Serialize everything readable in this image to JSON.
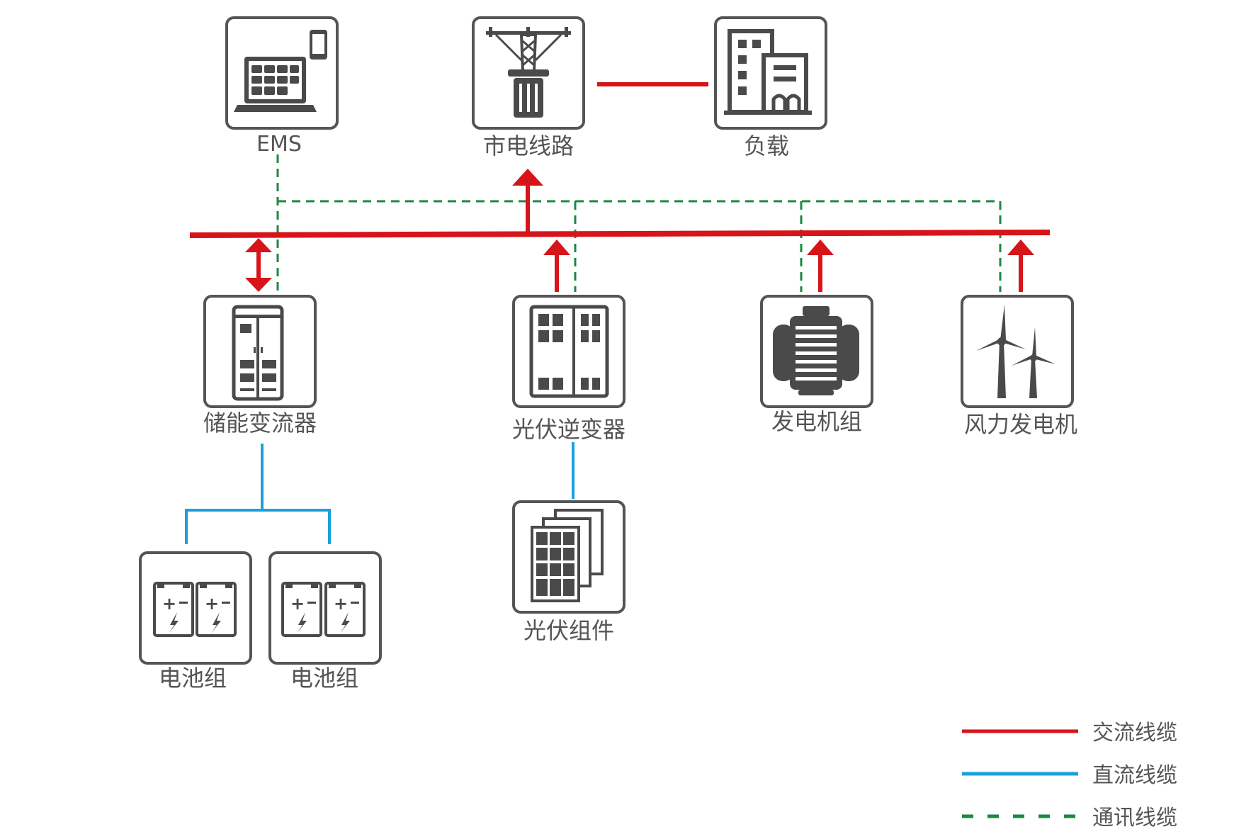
{
  "colors": {
    "ac": "#d7141a",
    "dc": "#1aa0dc",
    "comm": "#1a8a3e",
    "device_stroke": "#555555",
    "icon_fill": "#4a4a4a"
  },
  "nodes": {
    "ems": {
      "label": "EMS",
      "icon": "laptop-phone-icon"
    },
    "grid": {
      "label": "市电线路",
      "icon": "power-pole-icon"
    },
    "load": {
      "label": "负载",
      "icon": "building-icon"
    },
    "pcs": {
      "label": "储能变流器",
      "icon": "cabinet-icon"
    },
    "pv_inverter": {
      "label": "光伏逆变器",
      "icon": "inverter-icon"
    },
    "generator": {
      "label": "发电机组",
      "icon": "generator-icon"
    },
    "wind": {
      "label": "风力发电机",
      "icon": "wind-turbine-icon"
    },
    "battery1": {
      "label": "电池组",
      "icon": "battery-icon"
    },
    "battery2": {
      "label": "电池组",
      "icon": "battery-icon"
    },
    "pv_module": {
      "label": "光伏组件",
      "icon": "solar-panel-icon"
    }
  },
  "legend": {
    "ac_label": "交流线缆",
    "dc_label": "直流线缆",
    "comm_label": "通讯线缆"
  }
}
